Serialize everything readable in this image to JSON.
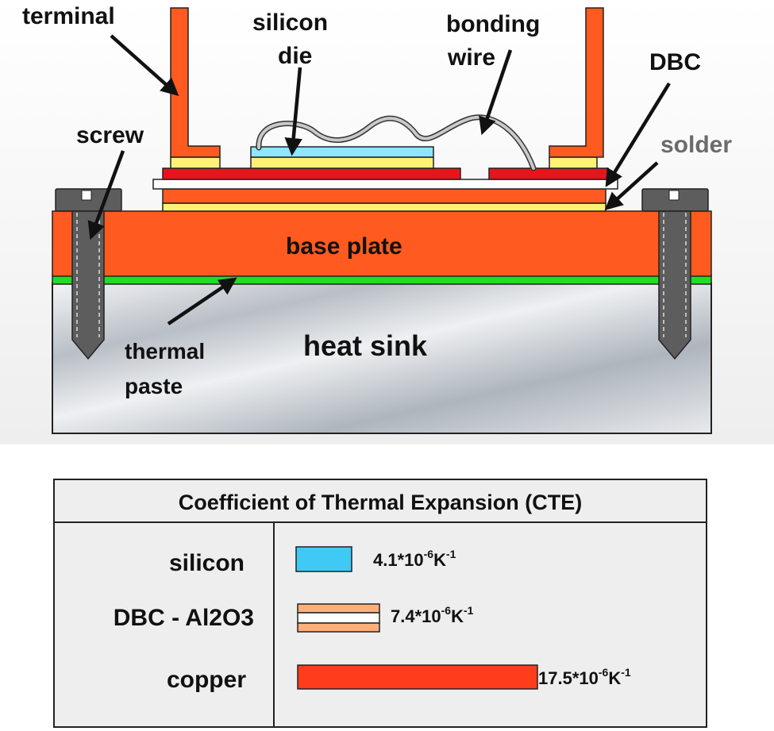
{
  "labels": {
    "terminal": "terminal",
    "silicon_die_1": "silicon",
    "silicon_die_2": "die",
    "bonding_wire_1": "bonding",
    "bonding_wire_2": "wire",
    "dbc": "DBC",
    "solder": "solder",
    "screw": "screw",
    "base_plate": "base plate",
    "thermal_paste_1": "thermal",
    "thermal_paste_2": "paste",
    "heat_sink": "heat sink"
  },
  "colors": {
    "copper": "#ff5a1f",
    "solder": "#fff176",
    "silicon": "#3fcaf5",
    "ceramic": "#ffffff",
    "thermal_paste": "#22dd22",
    "screw": "#5d5d5d",
    "heat_sink": "#c9ced4"
  },
  "cte_table": {
    "title": "Coefficient of Thermal Expansion (CTE)",
    "rows": [
      {
        "material": "silicon",
        "mantissa": "4.1*10",
        "exponent": "-6",
        "unit": "K",
        "unit_exp": "-1",
        "value": 4.1,
        "swatch": "silicon"
      },
      {
        "material": "DBC - Al2O3",
        "mantissa": "7.4*10",
        "exponent": "-6",
        "unit": "K",
        "unit_exp": "-1",
        "value": 7.4,
        "swatch": "dbc"
      },
      {
        "material": "copper",
        "mantissa": "17.5*10",
        "exponent": "-6",
        "unit": "K",
        "unit_exp": "-1",
        "value": 17.5,
        "swatch": "copper"
      }
    ]
  }
}
